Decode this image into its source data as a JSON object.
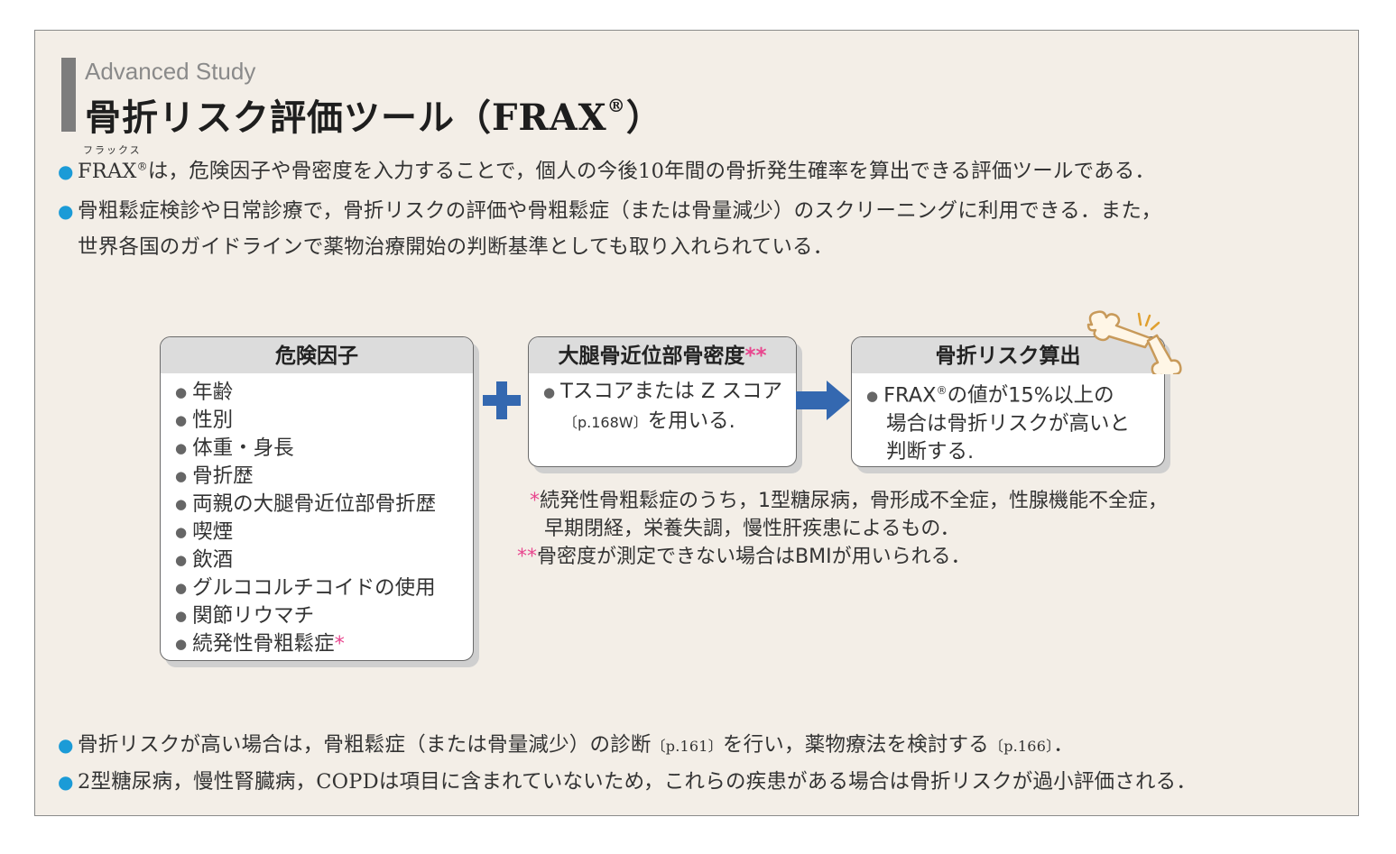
{
  "header": {
    "kicker": "Advanced Study",
    "title": "骨折リスク評価ツール（FRAX",
    "title_reg": "®",
    "title_close": "）"
  },
  "intro": {
    "b1_ruby": "フラックス",
    "b1_frax": "FRAX",
    "b1_reg": "®",
    "b1_text": "は，危険因子や骨密度を入力することで，個人の今後10年間の骨折発生確率を算出できる評価ツールである．",
    "b2_line1": "骨粗鬆症検診や日常診療で，骨折リスクの評価や骨粗鬆症（または骨量減少）のスクリーニングに利用できる．また，",
    "b2_line2": "世界各国のガイドラインで薬物治療開始の判断基準としても取り入れられている．"
  },
  "risk_box": {
    "heading": "危険因子",
    "items": [
      "年齢",
      "性別",
      "体重・身長",
      "骨折歴",
      "両親の大腿骨近位部骨折歴",
      "喫煙",
      "飲酒",
      "グルココルチコイドの使用",
      "関節リウマチ",
      "続発性骨粗鬆症"
    ],
    "last_mark": "*"
  },
  "bmd_box": {
    "heading": "大腿骨近位部骨密度",
    "heading_mark": "**",
    "line1": "Tスコアまたは Z スコア",
    "ref": "〔p.168W〕",
    "line2": "を用いる."
  },
  "result_box": {
    "heading": "骨折リスク算出",
    "line1_a": "FRAX",
    "line1_reg": "®",
    "line1_b": "の値が15%以上の",
    "line2": "場合は骨折リスクが高いと",
    "line3": "判断する."
  },
  "notes": {
    "n1_mark": "*",
    "n1_line1": "続発性骨粗鬆症のうち，1型糖尿病，骨形成不全症，性腺機能不全症，",
    "n1_line2": "早期閉経，栄養失調，慢性肝疾患によるもの．",
    "n2_mark": "**",
    "n2_text": "骨密度が測定できない場合はBMIが用いられる．"
  },
  "footer": {
    "b3_a": "骨折リスクが高い場合は，骨粗鬆症（または骨量減少）の診断",
    "b3_ref1": "〔p.161〕",
    "b3_b": "を行い，薬物療法を検討する",
    "b3_ref2": "〔p.166〕",
    "b3_c": "．",
    "b4": "2型糖尿病，慢性腎臓病，COPDは項目に含まれていないため，これらの疾患がある場合は骨折リスクが過小評価される．"
  },
  "colors": {
    "accent_blue": "#3468b0",
    "bullet_blue": "#1b9bd7",
    "asterisk_pink": "#e8468e",
    "panel_bg": "#f3eee7"
  },
  "icons": [
    "broken-bone-icon",
    "plus-icon",
    "right-arrow-icon"
  ]
}
